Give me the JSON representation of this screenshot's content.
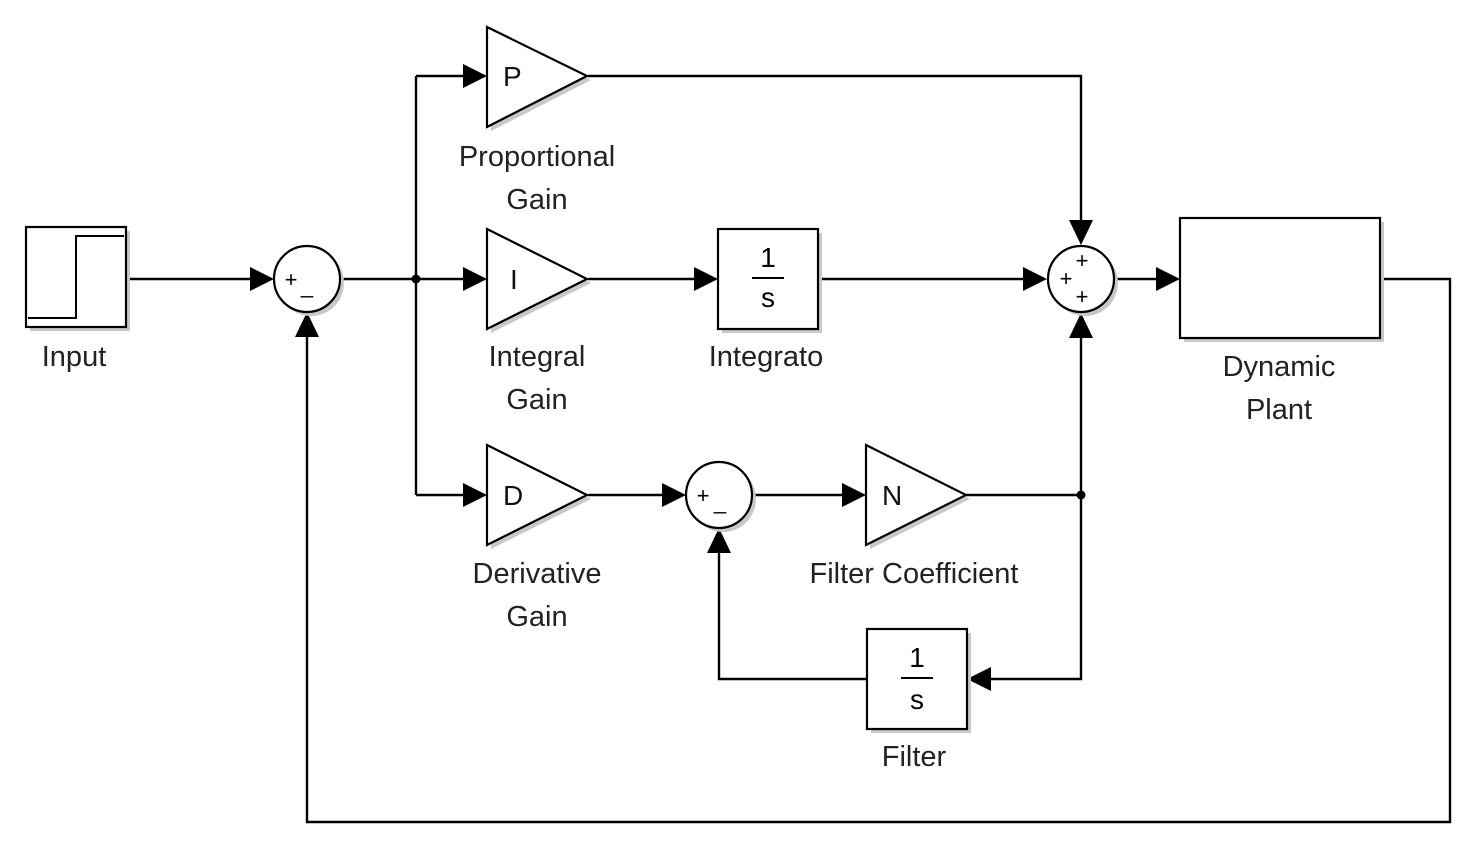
{
  "blocks": {
    "input": {
      "label": "Input"
    },
    "proportional_gain": {
      "symbol": "P",
      "label_line1": "Proportional",
      "label_line2": "Gain"
    },
    "integral_gain": {
      "symbol": "I",
      "label_line1": "Integral",
      "label_line2": "Gain"
    },
    "derivative_gain": {
      "symbol": "D",
      "label_line1": "Derivative",
      "label_line2": "Gain"
    },
    "integrator": {
      "numerator": "1",
      "denominator": "s",
      "label": "Integrato"
    },
    "filter_coefficient": {
      "symbol": "N",
      "label": "Filter Coefficient"
    },
    "filter": {
      "numerator": "1",
      "denominator": "s",
      "label": "Filter"
    },
    "dynamic_plant": {
      "label_line1": "Dynamic",
      "label_line2": "Plant"
    }
  },
  "sums": {
    "error_sum": {
      "signs": [
        "+",
        "_"
      ]
    },
    "derivative_sum": {
      "signs": [
        "+",
        "_"
      ]
    },
    "output_sum": {
      "signs": [
        "+",
        "+",
        "+"
      ]
    }
  }
}
